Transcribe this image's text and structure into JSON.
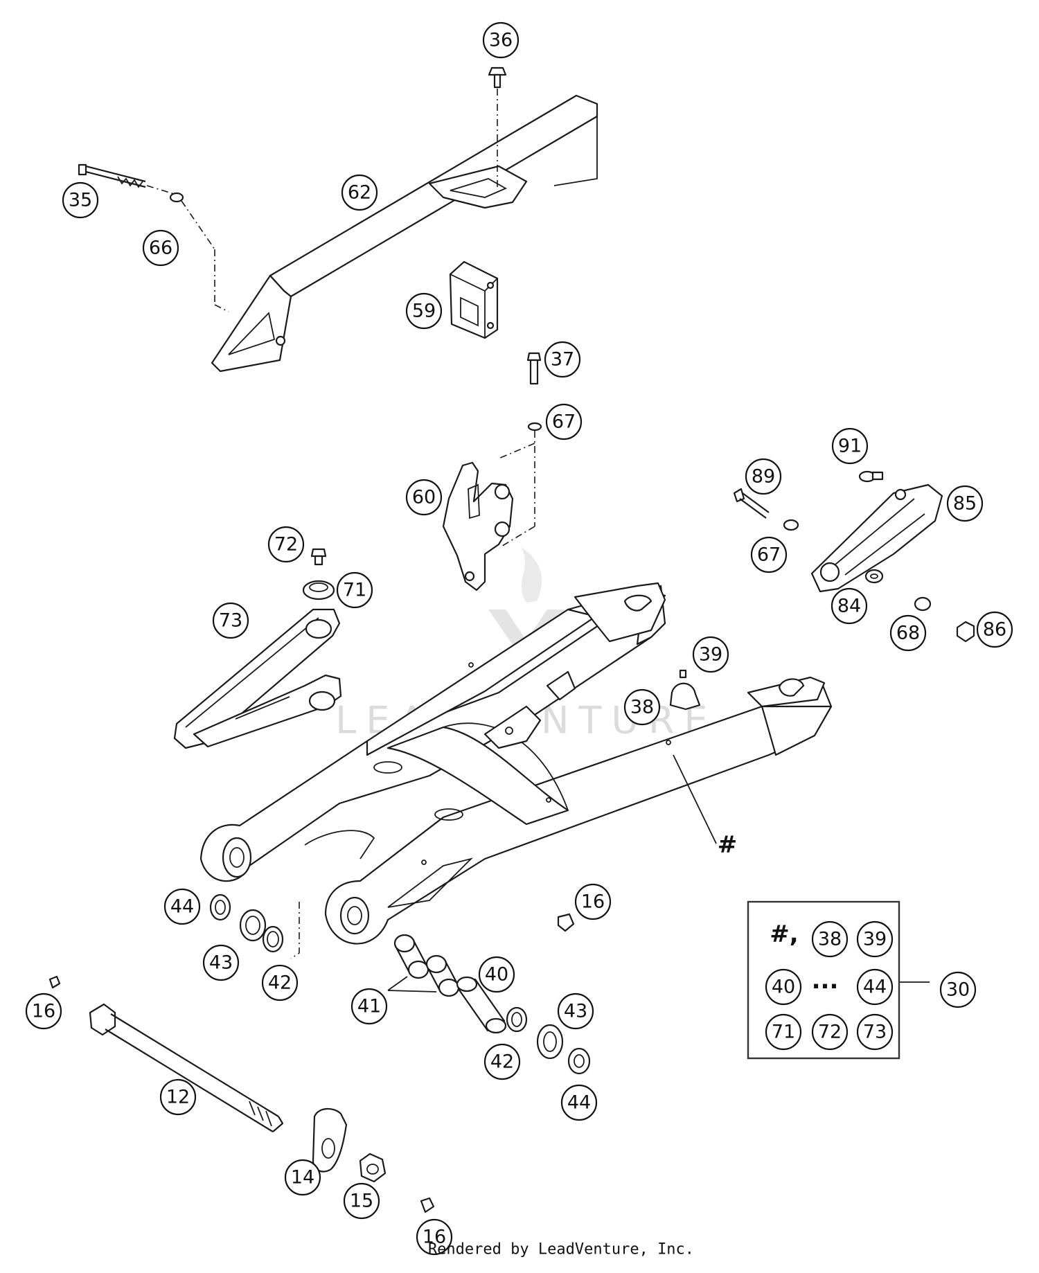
{
  "callouts": [
    {
      "id": "c-36",
      "label": "36"
    },
    {
      "id": "c-35",
      "label": "35"
    },
    {
      "id": "c-62",
      "label": "62"
    },
    {
      "id": "c-66",
      "label": "66"
    },
    {
      "id": "c-59",
      "label": "59"
    },
    {
      "id": "c-37",
      "label": "37"
    },
    {
      "id": "c-67a",
      "label": "67"
    },
    {
      "id": "c-60",
      "label": "60"
    },
    {
      "id": "c-91",
      "label": "91"
    },
    {
      "id": "c-89",
      "label": "89"
    },
    {
      "id": "c-85",
      "label": "85"
    },
    {
      "id": "c-67b",
      "label": "67"
    },
    {
      "id": "c-72",
      "label": "72"
    },
    {
      "id": "c-71",
      "label": "71"
    },
    {
      "id": "c-84",
      "label": "84"
    },
    {
      "id": "c-68",
      "label": "68"
    },
    {
      "id": "c-86",
      "label": "86"
    },
    {
      "id": "c-73",
      "label": "73"
    },
    {
      "id": "c-39",
      "label": "39"
    },
    {
      "id": "c-38",
      "label": "38"
    },
    {
      "id": "c-44a",
      "label": "44"
    },
    {
      "id": "c-16a",
      "label": "16"
    },
    {
      "id": "c-43a",
      "label": "43"
    },
    {
      "id": "c-42a",
      "label": "42"
    },
    {
      "id": "c-40",
      "label": "40"
    },
    {
      "id": "c-41",
      "label": "41"
    },
    {
      "id": "c-16b",
      "label": "16"
    },
    {
      "id": "c-43b",
      "label": "43"
    },
    {
      "id": "c-42b",
      "label": "42"
    },
    {
      "id": "c-44b",
      "label": "44"
    },
    {
      "id": "c-12",
      "label": "12"
    },
    {
      "id": "c-14",
      "label": "14"
    },
    {
      "id": "c-15",
      "label": "15"
    },
    {
      "id": "c-16c",
      "label": "16"
    },
    {
      "id": "c-30",
      "label": "30"
    }
  ],
  "swingarm_marker": "#",
  "kit": {
    "hash": "#,",
    "ellipsis": "...",
    "items": [
      {
        "id": "k-38",
        "label": "38"
      },
      {
        "id": "k-39",
        "label": "39"
      },
      {
        "id": "k-40",
        "label": "40"
      },
      {
        "id": "k-44",
        "label": "44"
      },
      {
        "id": "k-71",
        "label": "71"
      },
      {
        "id": "k-72",
        "label": "72"
      },
      {
        "id": "k-73",
        "label": "73"
      }
    ]
  },
  "watermark": "LEADVENTURE",
  "credit": "Rendered by LeadVenture, Inc."
}
